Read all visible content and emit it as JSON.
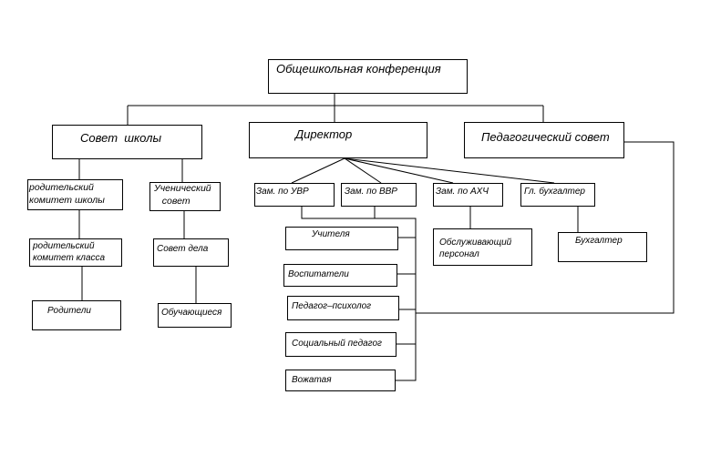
{
  "diagram": {
    "nodes": {
      "conference": "Общешкольная конференция",
      "school_council": "Совет  школы",
      "director": "Директор",
      "ped_council": "Педагогический совет",
      "parent_committee_school": "родительский\nкомитет школы",
      "student_council": "Ученический\n   совет",
      "deputy_uvr": "Зам. по УВР",
      "deputy_vvr": "Зам. по ВВР",
      "deputy_ahch": "Зам. по АХЧ",
      "chief_accountant": "Гл. бухгалтер",
      "parent_committee_class": "родительский\nкомитет класса",
      "council_affairs": "Совет дела",
      "parents": "Родители",
      "students": "Обучающиеся",
      "teachers": "Учителя",
      "educators": "Воспитатели",
      "psychologist": "Педагог–психолог",
      "social_pedagogue": "Социальный педагог",
      "counselor": "Вожатая",
      "service_staff": "Обслуживающий\nперсонал",
      "accountant": "Бухгалтер"
    }
  }
}
